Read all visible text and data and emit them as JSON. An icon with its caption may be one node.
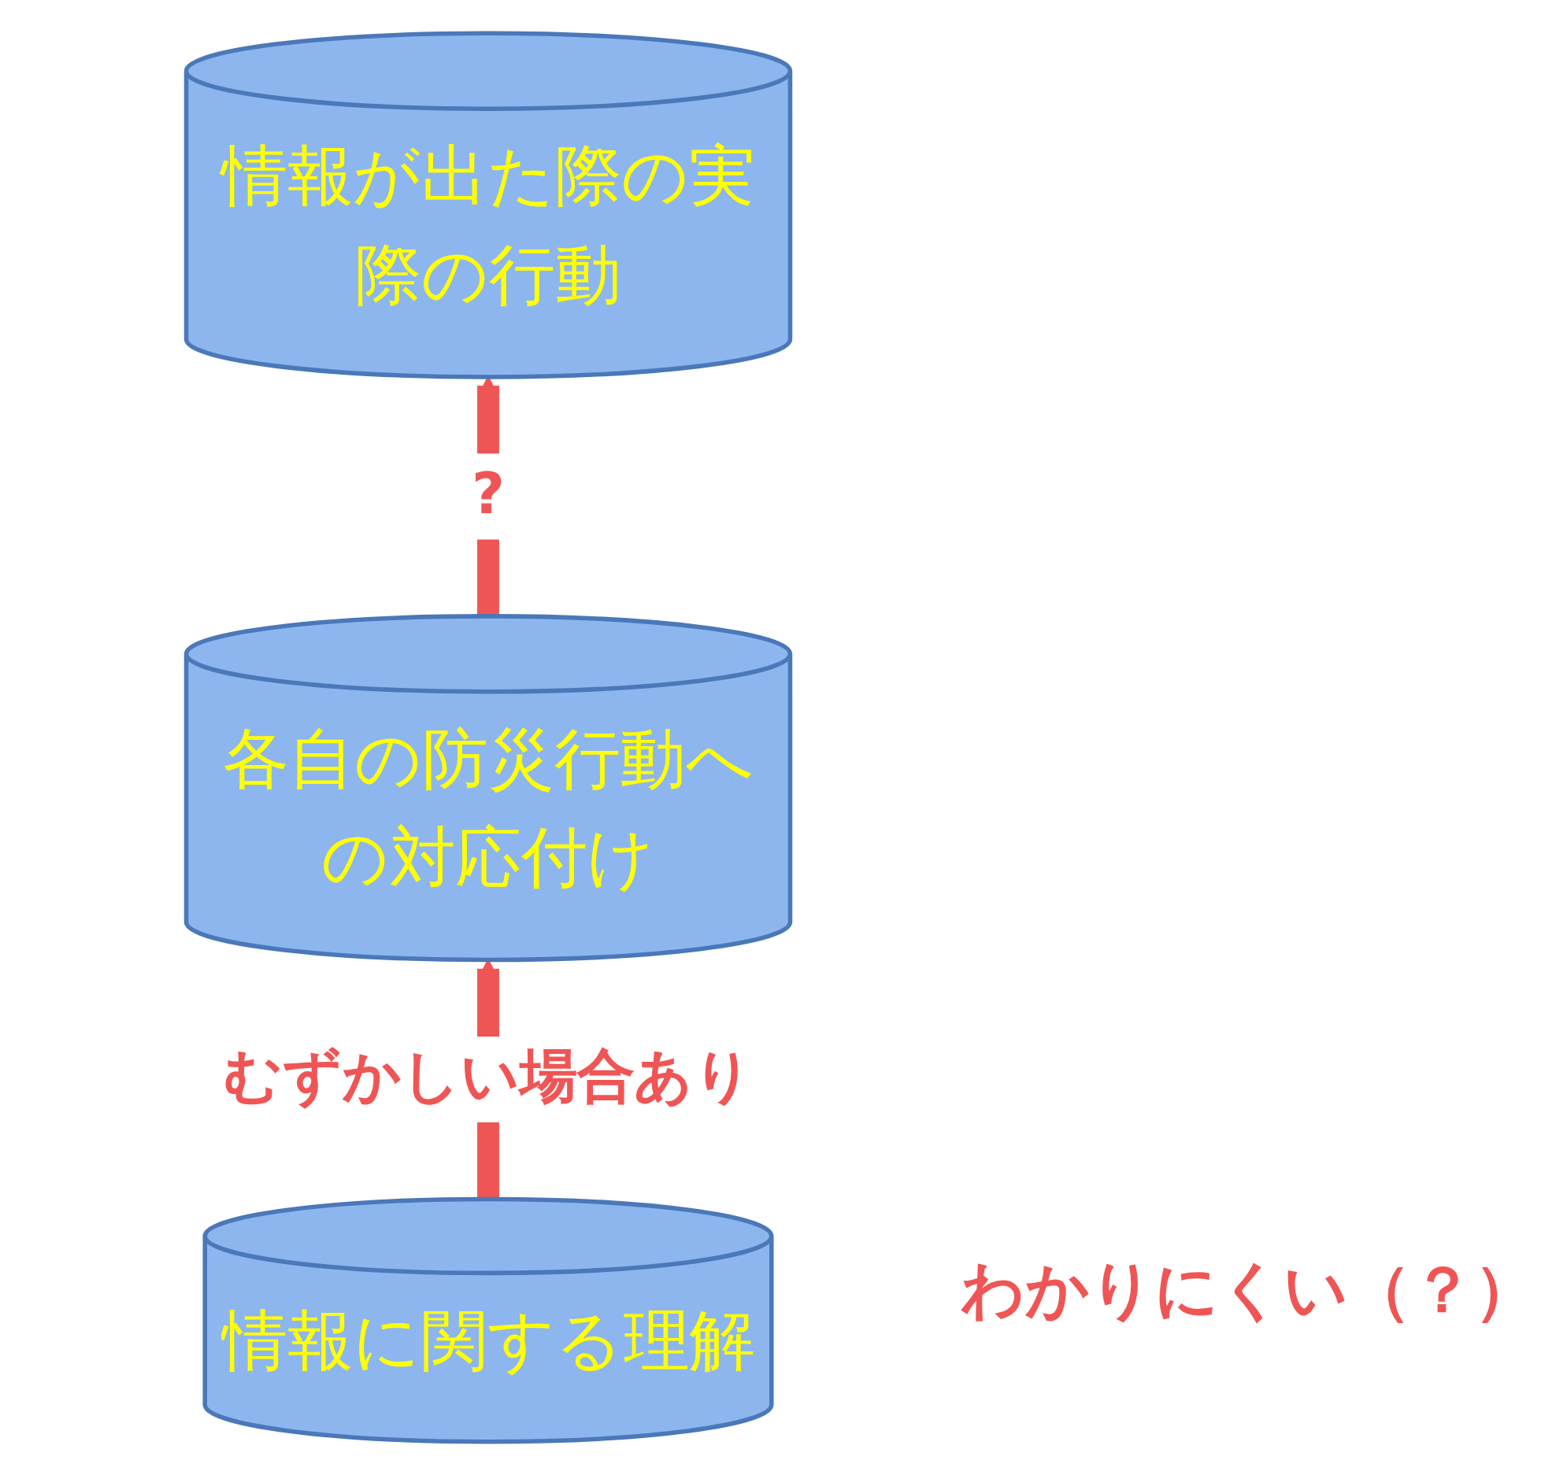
{
  "diagram": {
    "nodes": [
      {
        "text": [
          "情報が出た際の実際の行動"
        ]
      },
      {
        "text": [
          "各自の防災行動への対応付け"
        ]
      },
      {
        "text": [
          "情報に関する理解"
        ]
      }
    ],
    "edges": [
      {
        "from": 2,
        "to": 1,
        "arrow": "to",
        "label": "むずかしい場合あり"
      },
      {
        "from": 1,
        "to": 0,
        "arrow": "to",
        "label": "?"
      }
    ],
    "labels": [
      "わかりにくい（？）"
    ]
  }
}
